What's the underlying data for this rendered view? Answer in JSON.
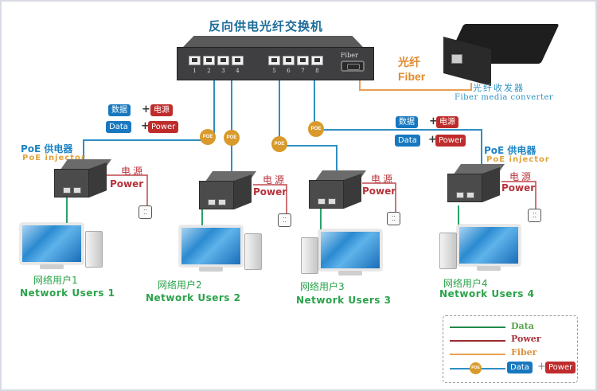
{
  "title": "反向供电光纤交换机",
  "switch": {
    "port_numbers": [
      "1",
      "2",
      "3",
      "4",
      "5",
      "6",
      "7",
      "8"
    ],
    "fiber_port_label": "Fiber"
  },
  "fiber": {
    "label_cn": "光纤",
    "label_en": "Fiber"
  },
  "converter": {
    "label_cn": "光纤收发器",
    "label_en": "Fiber media converter"
  },
  "badges": {
    "data_cn": "数据",
    "power_cn": "电源",
    "data_en": "Data",
    "power_en": "Power",
    "plus": "+"
  },
  "poe_badge": "POE",
  "injectors": [
    {
      "label_cn": "PoE 供电器",
      "label_en": "PoE injector"
    },
    {
      "label_cn": "PoE 供电器",
      "label_en": "PoE injector"
    }
  ],
  "power_labels": {
    "cn": "电源",
    "en": "Power"
  },
  "users": [
    {
      "cn": "网络用户1",
      "en": "Network Users 1"
    },
    {
      "cn": "网络用户2",
      "en": "Network Users 2"
    },
    {
      "cn": "网络用户3",
      "en": "Network Users 3"
    },
    {
      "cn": "网络用户4",
      "en": "Network Users 4"
    }
  ],
  "legend": {
    "items": [
      {
        "label": "Data",
        "color": "#1f8a4c"
      },
      {
        "label": "Power",
        "color": "#9b2a2e"
      },
      {
        "label": "Fiber",
        "color": "#e8a053"
      }
    ],
    "combined": {
      "poe": "POE",
      "data": "Data",
      "plus": "+",
      "power": "Power",
      "line_color": "#2f8fc4"
    }
  },
  "colors": {
    "data_line": "#2aa36a",
    "poe_line": "#2f8fc4",
    "power_line": "#c0464c",
    "fiber_line": "#e8a053",
    "poe_badge": "#d99a2b"
  }
}
